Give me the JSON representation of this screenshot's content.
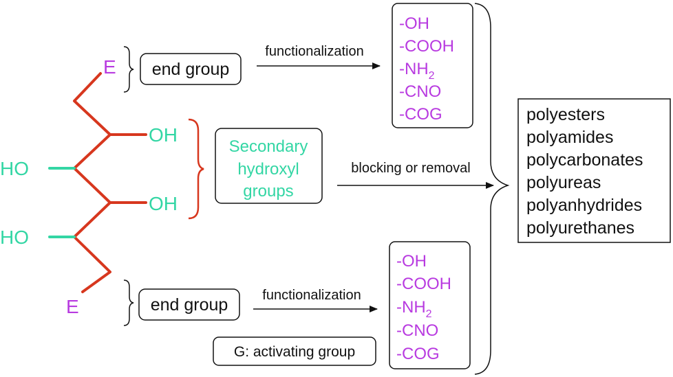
{
  "colors": {
    "backbone": "#d7371e",
    "hydroxyl": "#33d6a4",
    "end_atom": "#b83ae0",
    "text": "#111111"
  },
  "labels": {
    "e_top": "E",
    "e_bottom": "E",
    "oh_upper": "OH",
    "oh_lower": "OH",
    "ho_upper": "HO",
    "ho_lower": "HO",
    "end_group_top": "end group",
    "end_group_bottom": "end group",
    "secondary_line1": "Secondary",
    "secondary_line2": "hydroxyl",
    "secondary_line3": "groups",
    "functionalization_top": "functionalization",
    "functionalization_bottom": "functionalization",
    "blocking": "blocking or removal",
    "activating_group": "G: activating group"
  },
  "groups_top": [
    "-OH",
    "-COOH",
    "-NH",
    "-CNO",
    "-COG"
  ],
  "groups_bottom": [
    "-OH",
    "-COOH",
    "-NH",
    "-CNO",
    "-COG"
  ],
  "nh2_subscript": "2",
  "polymers": [
    "polyesters",
    "polyamides",
    "polycarbonates",
    "polyureas",
    "polyanhydrides",
    "polyurethanes"
  ]
}
